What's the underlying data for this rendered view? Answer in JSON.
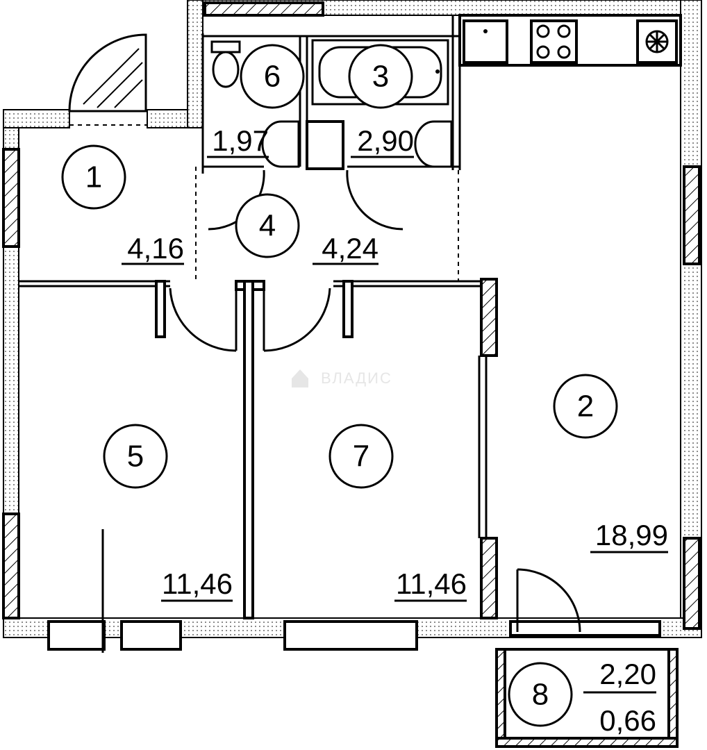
{
  "rooms": [
    {
      "id": "1",
      "area": "4,16"
    },
    {
      "id": "2",
      "area": "18,99"
    },
    {
      "id": "3",
      "area": "2,90"
    },
    {
      "id": "4",
      "area": "4,24"
    },
    {
      "id": "5",
      "area": "11,46"
    },
    {
      "id": "6",
      "area": "1,97"
    },
    {
      "id": "7",
      "area": "11,46"
    },
    {
      "id": "8",
      "area": "2,20",
      "area_secondary": "0,66"
    }
  ],
  "watermark": "ВЛАДИС",
  "icons": {
    "watermark": "house-icon",
    "stove": "stove-burners-icon",
    "fan": "fan-icon",
    "sink": "sink-icon",
    "toilet": "toilet-icon",
    "bathtub": "bathtub-icon"
  }
}
